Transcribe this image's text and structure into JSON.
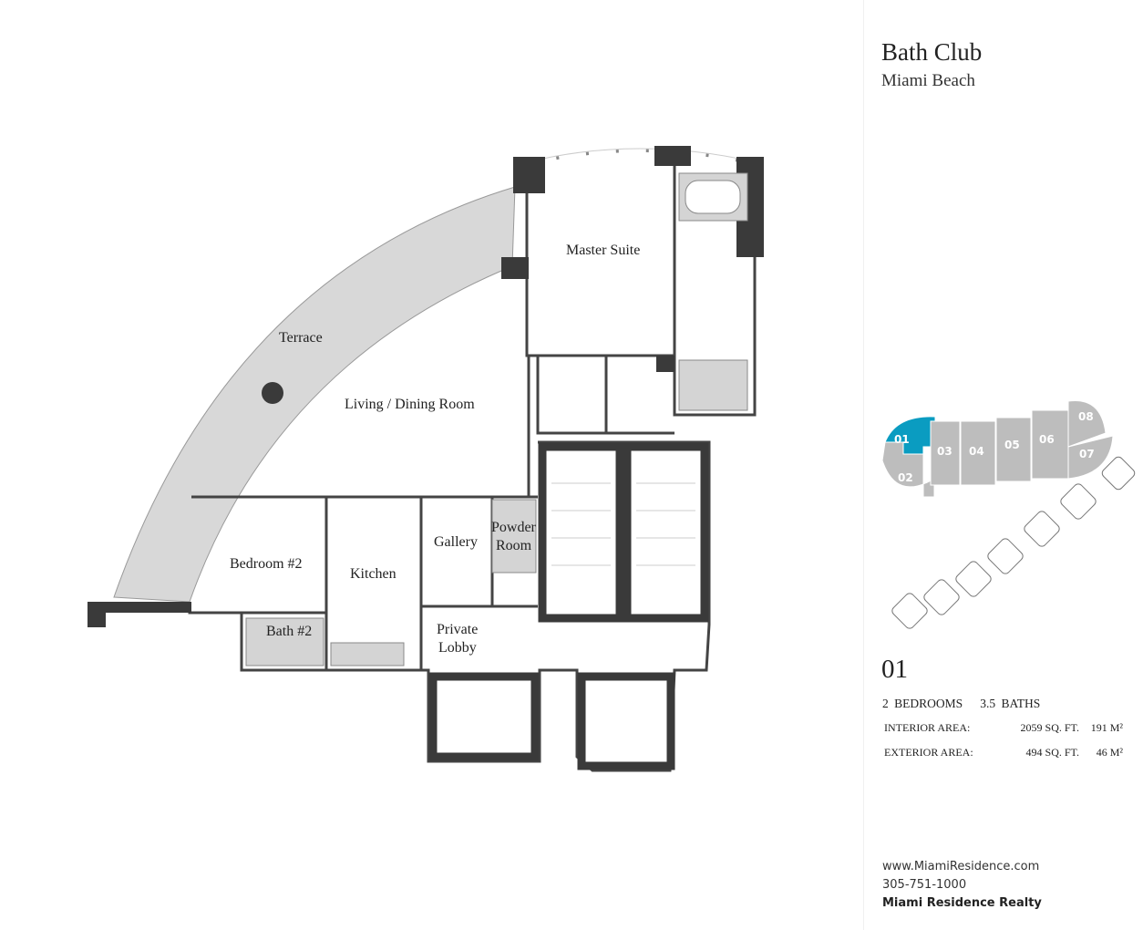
{
  "building": {
    "name": "Bath Club",
    "location": "Miami Beach"
  },
  "rooms": {
    "terrace": "Terrace",
    "living": "Living / Dining Room",
    "master": "Master Suite",
    "bedroom2": "Bedroom #2",
    "kitchen": "Kitchen",
    "gallery": "Gallery",
    "powder_1": "Powder",
    "powder_2": "Room",
    "bath2": "Bath #2",
    "lobby_1": "Private",
    "lobby_2": "Lobby"
  },
  "key_plan": {
    "units": [
      "01",
      "02",
      "03",
      "04",
      "05",
      "06",
      "07",
      "08"
    ],
    "highlighted": "01",
    "highlight_color": "#0a9cc1",
    "unit_color": "#bdbdbd"
  },
  "unit": {
    "number": "01",
    "bedrooms": "2 BEDROOMS",
    "baths": "3.5 BATHS",
    "interior_label": "INTERIOR AREA:",
    "interior_sqft": "2059 SQ. FT.",
    "interior_m2": "191 M²",
    "exterior_label": "EXTERIOR AREA:",
    "exterior_sqft": "494 SQ. FT.",
    "exterior_m2": "46 M²"
  },
  "contact": {
    "website": "www.MiamiResidence.com",
    "phone": "305-751-1000",
    "company": "Miami Residence Realty"
  }
}
